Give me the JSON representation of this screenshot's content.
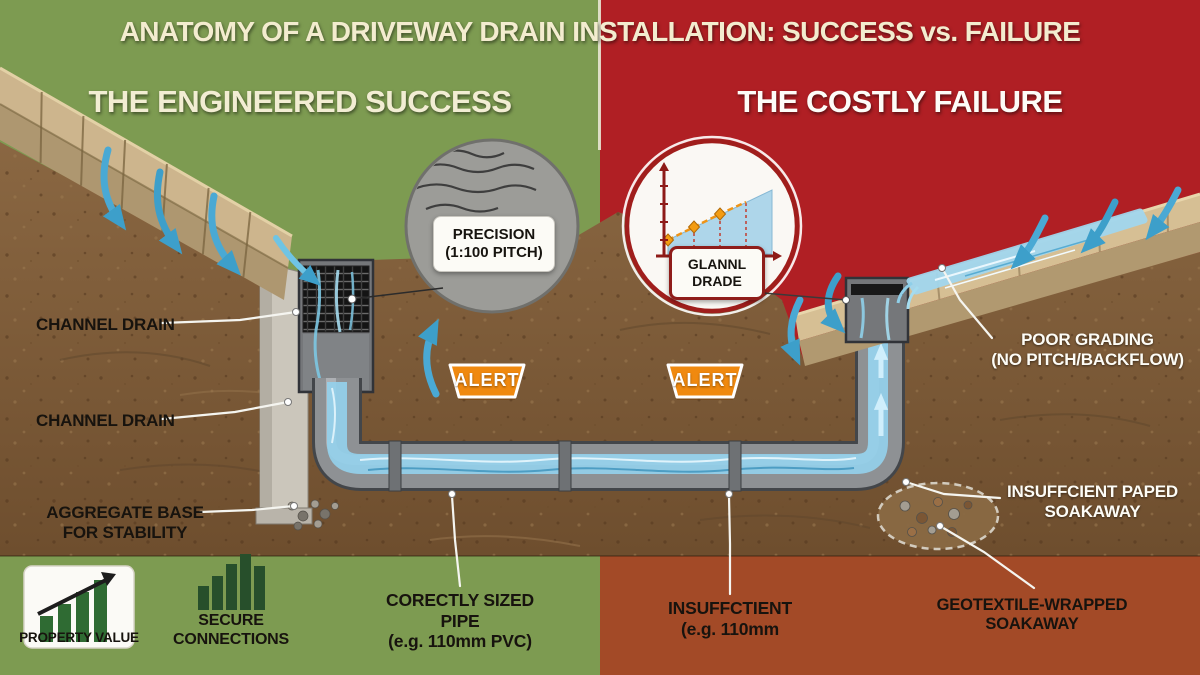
{
  "header": {
    "title": "ANATOMY OF A DRIVEWAY DRAIN INSTALLATION: SUCCESS vs. FAILURE"
  },
  "success_panel": {
    "heading": "THE ENGINEERED SUCCESS",
    "channel_drain_top": "CHANNEL DRAIN",
    "channel_drain_bottom": "CHANNEL DRAIN",
    "aggregate_base": "AGGREGATE BASE\nFOR STABILITY",
    "precision_callout": "PRECISION\n(1:100 PITCH)",
    "alert_badge": "ALERT",
    "pipe_note": "CORECTLY SIZED\nPIPE\n(e.g. 110mm PVC)",
    "property_value": "PROPERTY VALUE",
    "secure_connections": "SECURE\nCONNECTIONS"
  },
  "failure_panel": {
    "heading": "THE COSTLY FAILURE",
    "grade_callout": "GLANNL\nDRADE",
    "alert_badge": "ALERT",
    "poor_grading": "POOR GRADING\n(NO PITCH/BACKFLOW)",
    "soakaway_note": "INSUFFCIENT PAPED\nSOAKAWAY",
    "pipe_note": "INSUFFCTIENT\n(e.g. 110mm",
    "geotextile_note": "GEOTEXTILE-WRAPPED\nSOAKAWAY"
  },
  "colors": {
    "success_green": "#7d9b51",
    "failure_red": "#b01f24",
    "failure_band_brick": "#a34a27",
    "soil_brown": "#7d5c3a",
    "alert_orange": "#f0890f",
    "water_blue": "#3d9fca",
    "pipe_gray": "#8e9194"
  }
}
